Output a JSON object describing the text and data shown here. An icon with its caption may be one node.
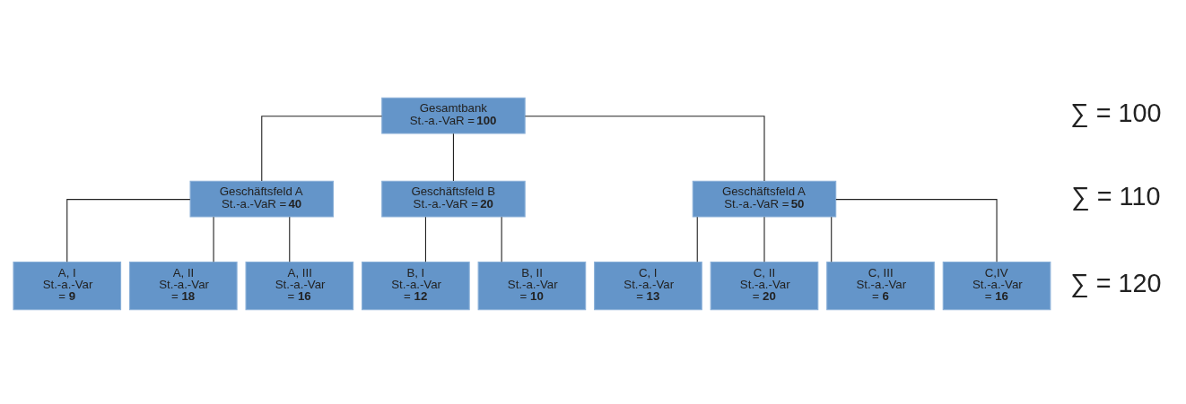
{
  "diagram": {
    "nodes": [
      {
        "text": [
          "Gesamtbank",
          "St.-a.-VaR = **100**"
        ]
      },
      {
        "text": [
          "Geschäftsfeld A",
          "St.-a.-VaR = **40**"
        ]
      },
      {
        "text": [
          "Geschäftsfeld B",
          "St.-a.-VaR = **20**"
        ]
      },
      {
        "text": [
          "Geschäftsfeld A",
          "St.-a.-VaR = **50**"
        ]
      },
      {
        "text": [
          "A, I",
          "St.-a.-Var",
          "= **9**"
        ]
      },
      {
        "text": [
          "A, II",
          "St.-a.-Var",
          "= **18**"
        ]
      },
      {
        "text": [
          "A, III",
          "St.-a.-Var",
          "= **16**"
        ]
      },
      {
        "text": [
          "B, I",
          "St.-a.-Var",
          "= **12**"
        ]
      },
      {
        "text": [
          "B, II",
          "St.-a.-Var",
          "= **10**"
        ]
      },
      {
        "text": [
          "C, I",
          "St.-a.-Var",
          "= **13**"
        ]
      },
      {
        "text": [
          "C, II",
          "St.-a.-Var",
          "= **20**"
        ]
      },
      {
        "text": [
          "C, III",
          "St.-a.-Var",
          "= **6**"
        ]
      },
      {
        "text": [
          "C,IV",
          "St.-a.-Var",
          "= **16**"
        ]
      }
    ],
    "edges": [
      {
        "from": 0,
        "to": 1,
        "arrow": "none"
      },
      {
        "from": 0,
        "to": 2,
        "arrow": "none"
      },
      {
        "from": 0,
        "to": 3,
        "arrow": "none"
      },
      {
        "from": 1,
        "to": 4,
        "arrow": "none"
      },
      {
        "from": 1,
        "to": 5,
        "arrow": "none"
      },
      {
        "from": 1,
        "to": 6,
        "arrow": "none"
      },
      {
        "from": 2,
        "to": 7,
        "arrow": "none"
      },
      {
        "from": 2,
        "to": 8,
        "arrow": "none"
      },
      {
        "from": 3,
        "to": 9,
        "arrow": "none"
      },
      {
        "from": 3,
        "to": 10,
        "arrow": "none"
      },
      {
        "from": 3,
        "to": 11,
        "arrow": "none"
      },
      {
        "from": 3,
        "to": 12,
        "arrow": "none"
      }
    ],
    "labels": [
      "∑ = 100",
      "∑ = 110",
      "∑ = 120"
    ]
  }
}
